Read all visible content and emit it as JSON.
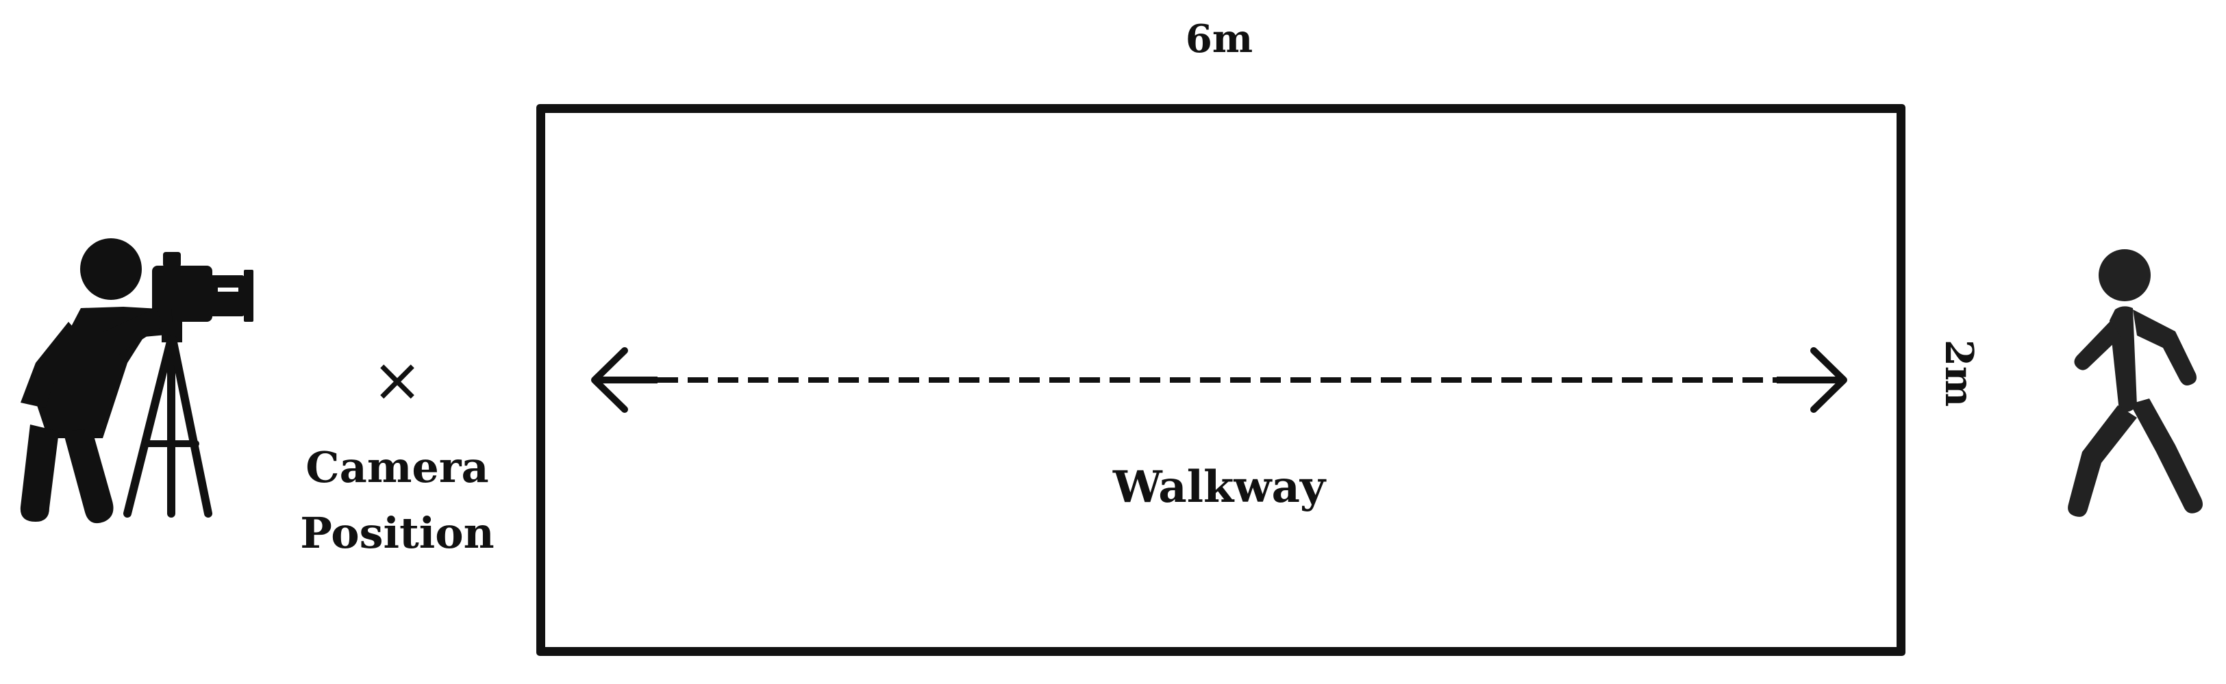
{
  "diagram": {
    "width_label": "6m",
    "height_label": "2m",
    "walkway_label": "Walkway",
    "camera_marker": "×",
    "camera_position_label_line1": "Camera",
    "camera_position_label_line2": "Position",
    "icons": {
      "camera_operator": "photographer-with-tripod-icon",
      "walking_person": "walking-person-icon",
      "walking_direction": "double-headed-dashed-arrow"
    },
    "colors": {
      "ink": "#111111",
      "background": "#ffffff"
    }
  }
}
